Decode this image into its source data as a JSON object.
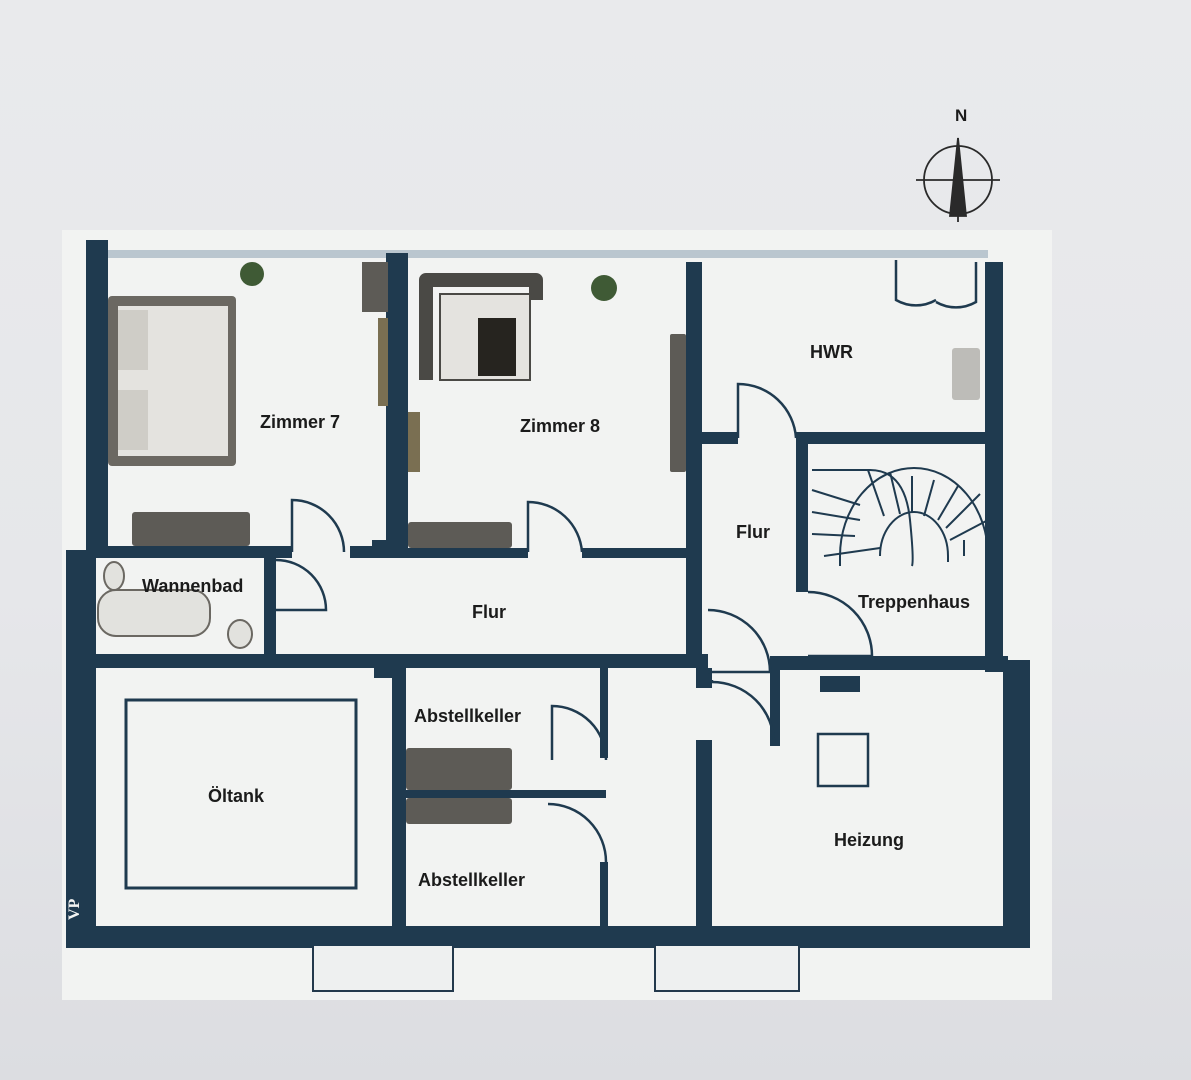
{
  "plan": {
    "compass_label": "N",
    "rooms": {
      "zimmer7": "Zimmer 7",
      "zimmer8": "Zimmer 8",
      "hwr": "HWR",
      "flur_upper": "Flur",
      "wannenbad": "Wannenbad",
      "flur_main": "Flur",
      "treppenhaus": "Treppenhaus",
      "abstellkeller_top": "Abstellkeller",
      "abstellkeller_bottom": "Abstellkeller",
      "oeltank": "Öltank",
      "heizung": "Heizung"
    },
    "logo_text": "VP"
  },
  "colors": {
    "wall": "#1f3a4f",
    "floor": "#f2f3f2",
    "furniture": "#5d5b56",
    "plant": "#3f5a35"
  }
}
